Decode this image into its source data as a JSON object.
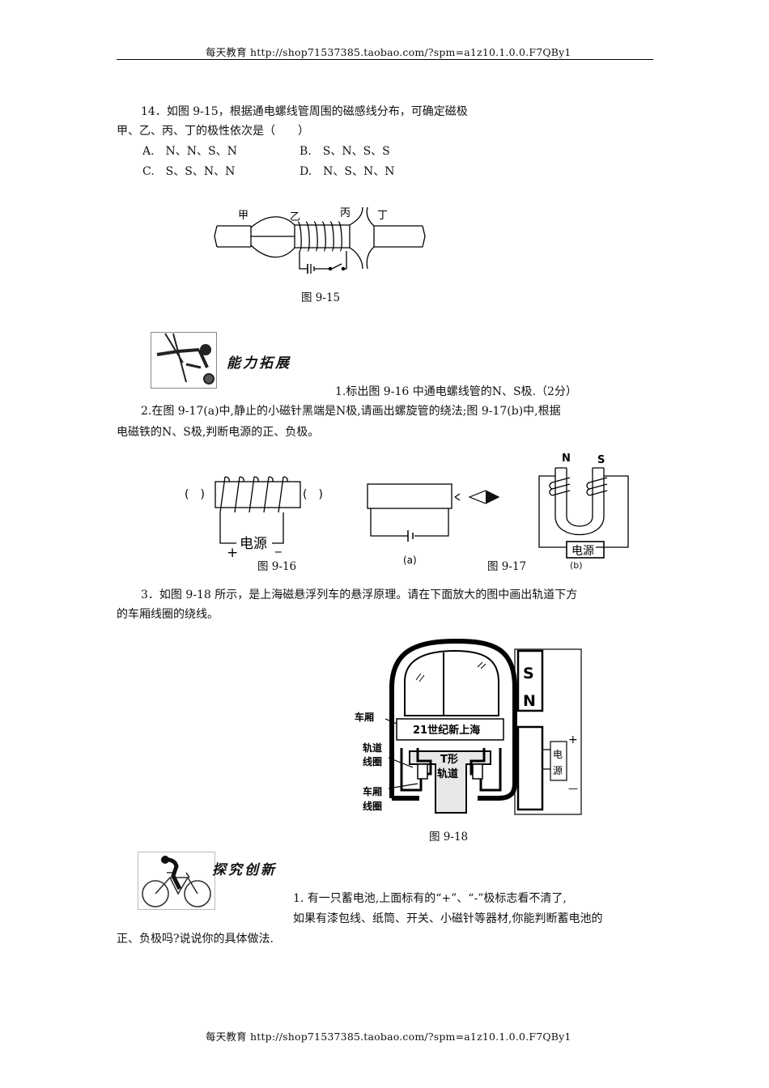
{
  "header": {
    "text": "每天教育 http://shop71537385.taobao.com/?spm=a1z10.1.0.0.F7QBy1"
  },
  "footer": {
    "text": "每天教育 http://shop71537385.taobao.com/?spm=a1z10.1.0.0.F7QBy1"
  },
  "q14": {
    "line1": "14．如图 9-15，根据通电螺线管周围的磁感线分布，可确定磁极",
    "line2": "甲、乙、丙、丁的极性依次是（　　）",
    "optA": "A.　N、N、S、N",
    "optB": "B.　S、N、S、S",
    "optC": "C.　S、S、N、N",
    "optD": "D.　N、S、N、N",
    "fig": {
      "jia": "甲",
      "yi": "乙",
      "bing": "丙",
      "ding": "丁",
      "caption": "图 9-15"
    }
  },
  "section1": {
    "title": "能力拓展"
  },
  "p1": {
    "text": "1.标出图 9-16 中通电螺线管的N、S极.（2分）"
  },
  "p2": {
    "line1": "2.在图 9-17(a)中,静止的小磁针黑端是N极,请画出螺旋管的绕法;图 9-17(b)中,根据",
    "line2": "电磁铁的N、S极,判断电源的正、负极。"
  },
  "fig916": {
    "paren_left": "(　)",
    "paren_right": "(　)",
    "power": "电源",
    "plus": "+",
    "minus": "_",
    "caption": "图 9-16"
  },
  "fig917": {
    "label_a": "(a)",
    "label_b": "(b)",
    "N": "N",
    "S": "S",
    "power": "电源",
    "caption": "图 9-17"
  },
  "p3": {
    "line1": "3．如图 9-18 所示，是上海磁悬浮列车的悬浮原理。请在下面放大的图中画出轨道下方",
    "line2": "的车厢线圈的绕线。"
  },
  "fig918": {
    "carriage": "车厢",
    "track_coil_1": "轨道",
    "track_coil_2": "线圈",
    "car_coil_1": "车厢",
    "car_coil_2": "线圈",
    "banner": "21世纪新上海",
    "t_track_1": "T形",
    "t_track_2": "轨道",
    "S": "S",
    "N": "N",
    "power_1": "电",
    "power_2": "源",
    "plus": "+",
    "minus": "—",
    "caption": "图 9-18"
  },
  "section2": {
    "title": "探究创新"
  },
  "q_explore": {
    "line1": "1. 有一只蓄电池,上面标有的“+”、“-”极标志看不清了,",
    "line2": "如果有漆包线、纸筒、开关、小磁针等器材,你能判断蓄电池的",
    "line3": "正、负极吗?说说你的具体做法."
  }
}
